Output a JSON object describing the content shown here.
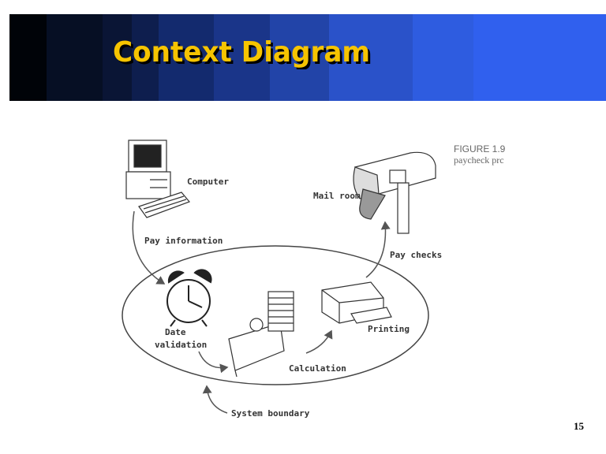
{
  "slide": {
    "title": "Context Diagram",
    "page_number": "15"
  },
  "figure": {
    "caption_line1": "FIGURE 1.9",
    "caption_line2": "paycheck prc"
  },
  "diagram": {
    "labels": {
      "computer": "Computer",
      "pay_information": "Pay information",
      "date_validation_1": "Date",
      "date_validation_2": "validation",
      "calculation": "Calculation",
      "printing": "Printing",
      "pay_checks": "Pay checks",
      "mail_room": "Mail room",
      "system_boundary": "System boundary"
    }
  }
}
